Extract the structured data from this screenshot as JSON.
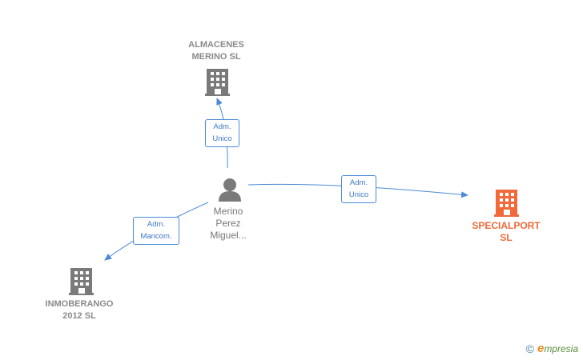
{
  "nodes": {
    "almacenes": {
      "label": "ALMACENES\nMERINO  SL",
      "icon": "building-icon",
      "color": "#7a7a7a"
    },
    "specialport": {
      "label": "SPECIALPORT\nSL",
      "icon": "building-icon",
      "color": "#f26a3c"
    },
    "inmoberango": {
      "label": "INMOBERANGO\n2012 SL",
      "icon": "building-icon",
      "color": "#7a7a7a"
    },
    "person": {
      "label": "Merino\nPerez\nMiguel...",
      "icon": "person-icon",
      "color": "#7a7a7a"
    }
  },
  "edges": {
    "to_almacenes": {
      "label": "Adm.\nUnico"
    },
    "to_specialport": {
      "label": "Adm.\nUnico"
    },
    "to_inmoberango": {
      "label": "Adm.\nMancom."
    }
  },
  "edge_color": "#4a8ad8",
  "brand": {
    "copyright": "©",
    "initial": "e",
    "name": "mpresia"
  }
}
